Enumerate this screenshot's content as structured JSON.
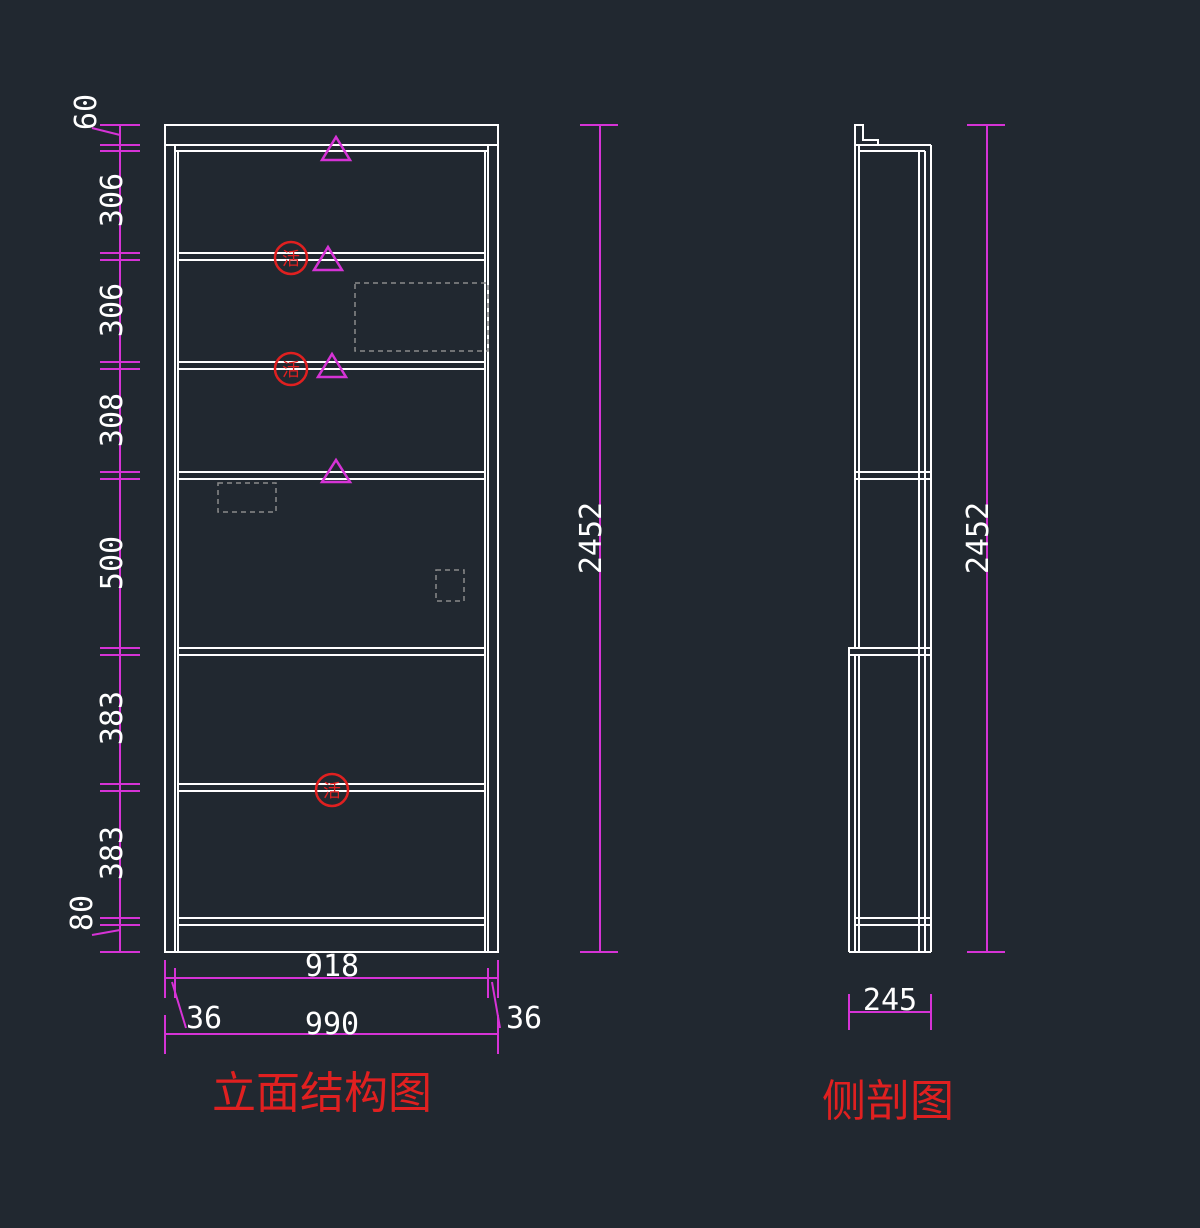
{
  "elevation": {
    "title": "立面结构图",
    "left_dims": [
      "60",
      "306",
      "306",
      "308",
      "500",
      "383",
      "383",
      "80"
    ],
    "total_height": "2452",
    "inner_width": "918",
    "side_thickness_left": "36",
    "side_thickness_right": "36",
    "total_width": "990",
    "seal_text": "活"
  },
  "side_section": {
    "title": "侧剖图",
    "total_height": "2452",
    "depth": "245"
  },
  "colors": {
    "background": "#212830",
    "line": "#ffffff",
    "dimension": "#d633d6",
    "annotation": "#e02020",
    "hidden_line": "#8a8a8a"
  }
}
